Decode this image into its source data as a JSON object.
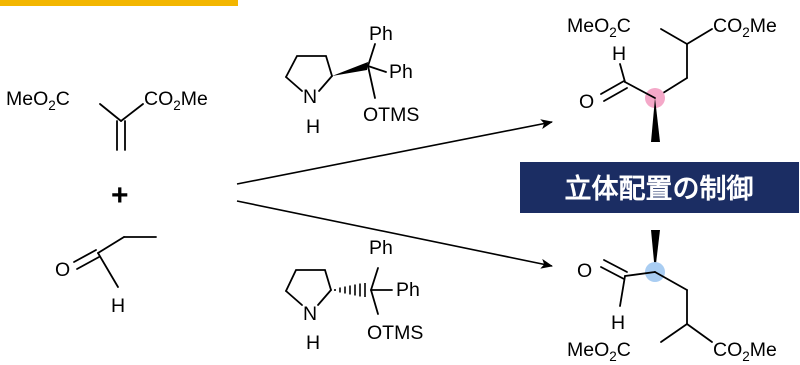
{
  "colors": {
    "accent_bar": "#f3b600",
    "banner_bg": "#1b2d63",
    "banner_text": "#ffffff",
    "stereocenter_top": "#f4a8c8",
    "stereocenter_bottom": "#a9cdf2",
    "ink": "#000000"
  },
  "labels": {
    "malonate_left": "MeO",
    "malonate_right": "CO",
    "malonate_right_tail": "Me",
    "sub_2": "2",
    "plus": "+",
    "aldehyde_o": "O",
    "aldehyde_h": "H",
    "cat_n": "N",
    "cat_h": "H",
    "cat_ph": "Ph",
    "cat_otms": "OTMS",
    "prod_c": "C"
  },
  "banner": {
    "text": "立体配置の制御"
  }
}
